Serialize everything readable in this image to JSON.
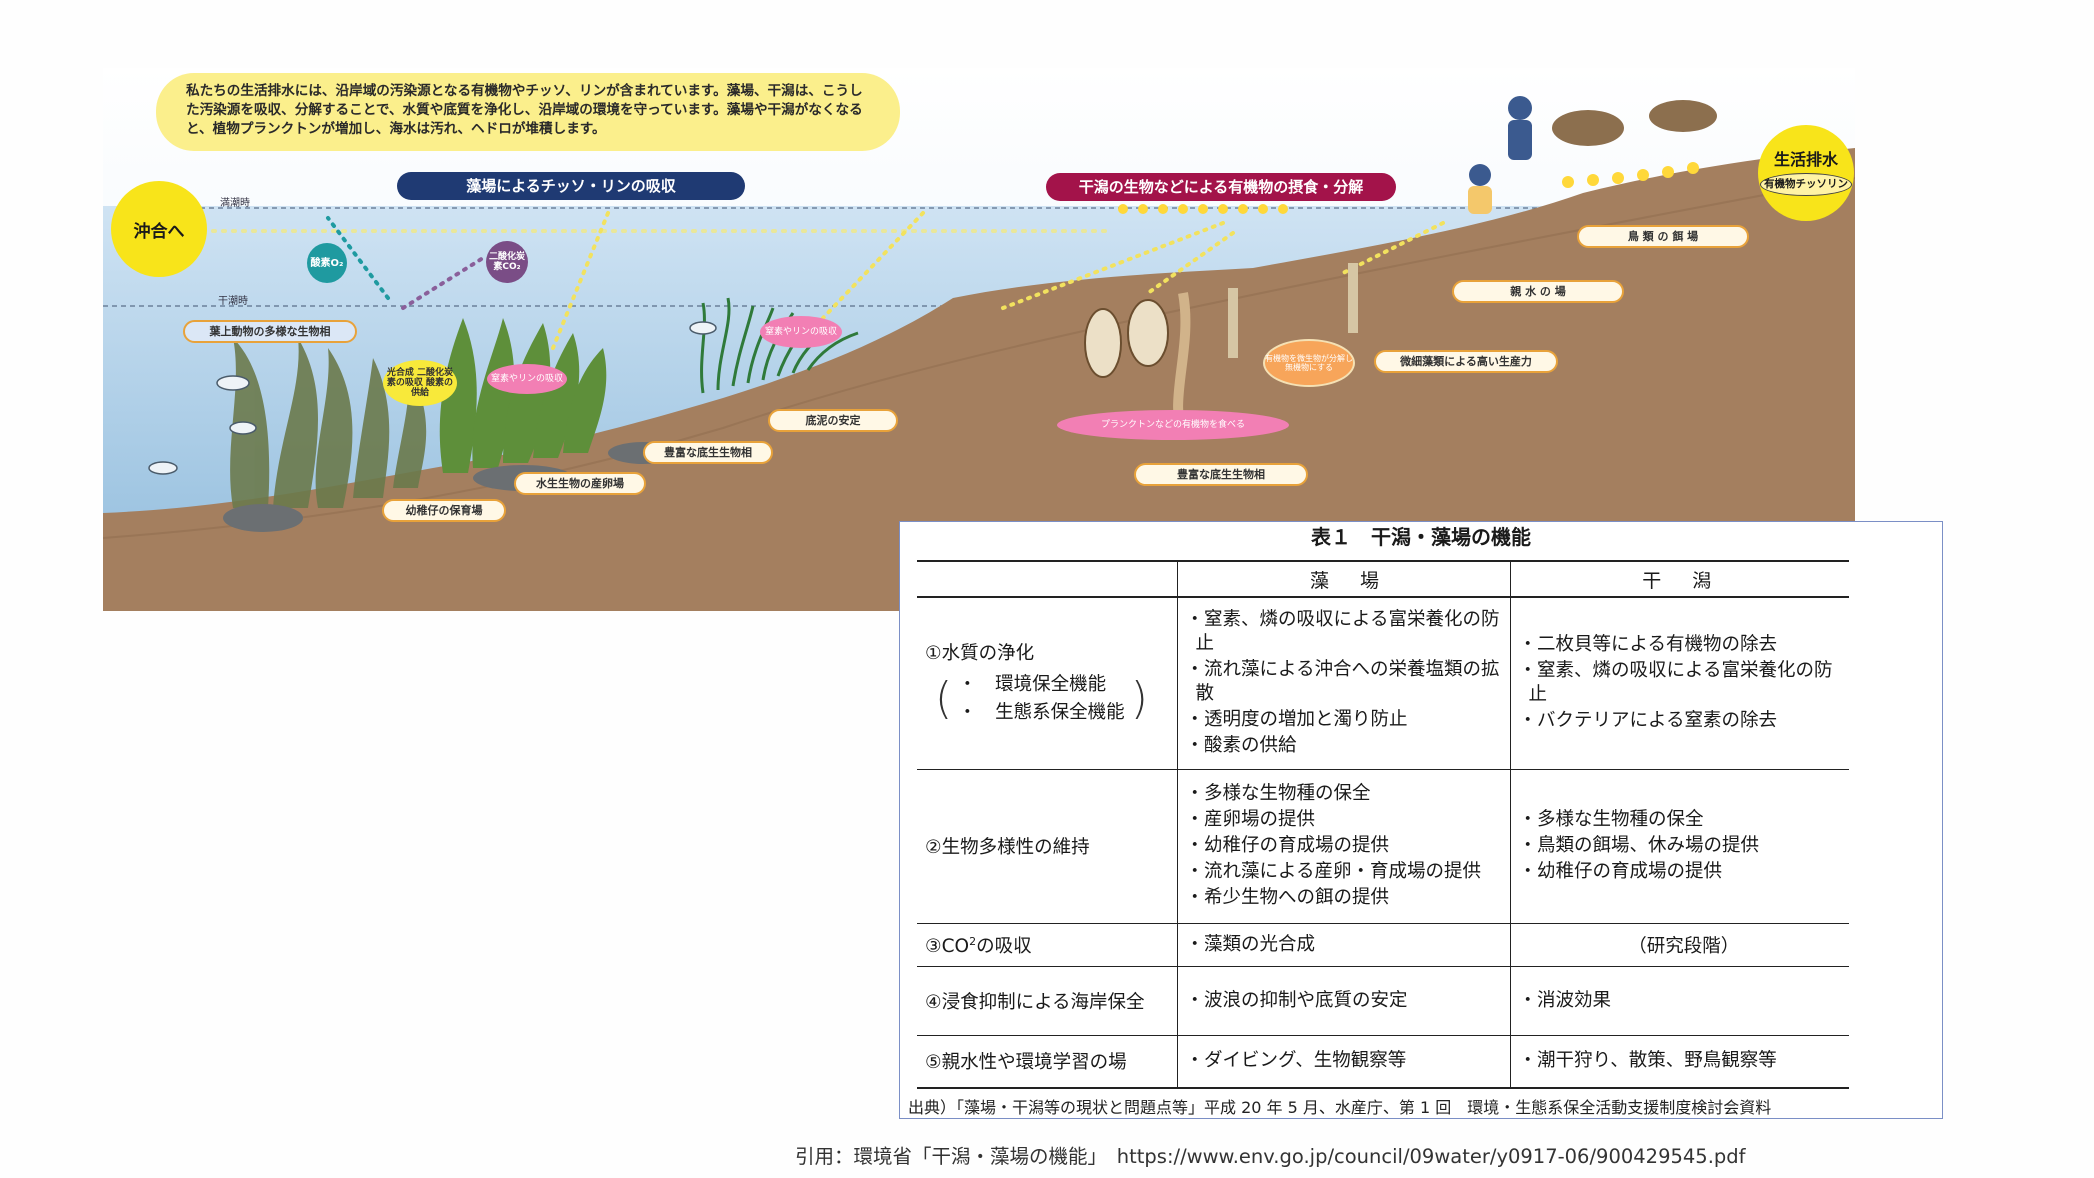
{
  "diagram": {
    "intro_text": "私たちの生活排水には、沿岸域の汚染源となる有機物やチッソ、リンが含まれています。藻場、干潟は、こうした汚染源を吸収、分解することで、水質や底質を浄化し、沿岸域の環境を守っています。藻場や干潟がなくなると、植物プランクトンが増加し、海水は汚れ、ヘドロが堆積します。",
    "banner_left": "藻場によるチッソ・リンの吸収",
    "banner_right": "干潟の生物などによる有機物の摂食・分解",
    "offshore": "沖合へ",
    "drainage_title": "生活排水",
    "drainage_sub": "有機物チッソリン",
    "high_tide": "満潮時",
    "low_tide": "干潮時",
    "oxygen": "酸素O₂",
    "co2": "二酸化炭素CO₂",
    "photosynthesis": "光合成 二酸化炭素の吸収 酸素の供給",
    "labels": {
      "diverse_species": "葉上動物の多様な生物相",
      "nursery": "幼稚仔の保育場",
      "spawning": "水生生物の産卵場",
      "benthos_left": "豊富な底生生物相",
      "sediment": "底泥の安定",
      "benthos_right": "豊富な底生生物相",
      "microalgae": "微細藻類による高い生産力",
      "water_play": "親 水 の 場",
      "bird_feeding": "鳥 類 の 餌 場"
    },
    "pink_labels": {
      "absorb1": "窒素やリンの吸収",
      "absorb2": "窒素やリンの吸収",
      "plankton": "プランクトンなどの有機物を食べる"
    },
    "bacteria": "有機物を微生物が分解し無機物にする"
  },
  "table": {
    "caption": "表１　干潟・藻場の機能",
    "headers": [
      "",
      "藻　場",
      "干　潟"
    ],
    "rows": [
      {
        "category": "①水質の浄化",
        "sub": [
          "・　環境保全機能",
          "・　生態系保全機能"
        ],
        "moba": [
          "・窒素、燐の吸収による富栄養化の防止",
          "・流れ藻による沖合への栄養塩類の拡散",
          "・透明度の増加と濁り防止",
          "・酸素の供給"
        ],
        "higata": [
          "・二枚貝等による有機物の除去",
          "・窒素、燐の吸収による富栄養化の防止",
          "・バクテリアによる窒素の除去"
        ]
      },
      {
        "category": "②生物多様性の維持",
        "moba": [
          "・多様な生物種の保全",
          "・産卵場の提供",
          "・幼稚仔の育成場の提供",
          "・流れ藻による産卵・育成場の提供",
          "・希少生物への餌の提供"
        ],
        "higata": [
          "・多様な生物種の保全",
          "・鳥類の餌場、休み場の提供",
          "・幼稚仔の育成場の提供"
        ]
      },
      {
        "category_prefix": "③CO",
        "category_sup": "2",
        "category_suffix": "の吸収",
        "moba": [
          "・藻類の光合成"
        ],
        "higata_center": "（研究段階）"
      },
      {
        "category": "④浸食抑制による海岸保全",
        "moba": [
          "・波浪の抑制や底質の安定"
        ],
        "higata": [
          "・消波効果"
        ]
      },
      {
        "category": "⑤親水性や環境学習の場",
        "moba": [
          "・ダイビング、生物観察等"
        ],
        "higata": [
          "・潮干狩り、散策、野鳥観察等"
        ]
      }
    ],
    "source": "出典）「藻場・干潟等の現状と問題点等」平成 20 年 5 月、水産庁、第 1 回　環境・生態系保全活動支援制度検討会資料"
  },
  "citation": "引用：環境省「干潟・藻場の機能」　https://www.env.go.jp/council/09water/y0917-06/900429545.pdf"
}
